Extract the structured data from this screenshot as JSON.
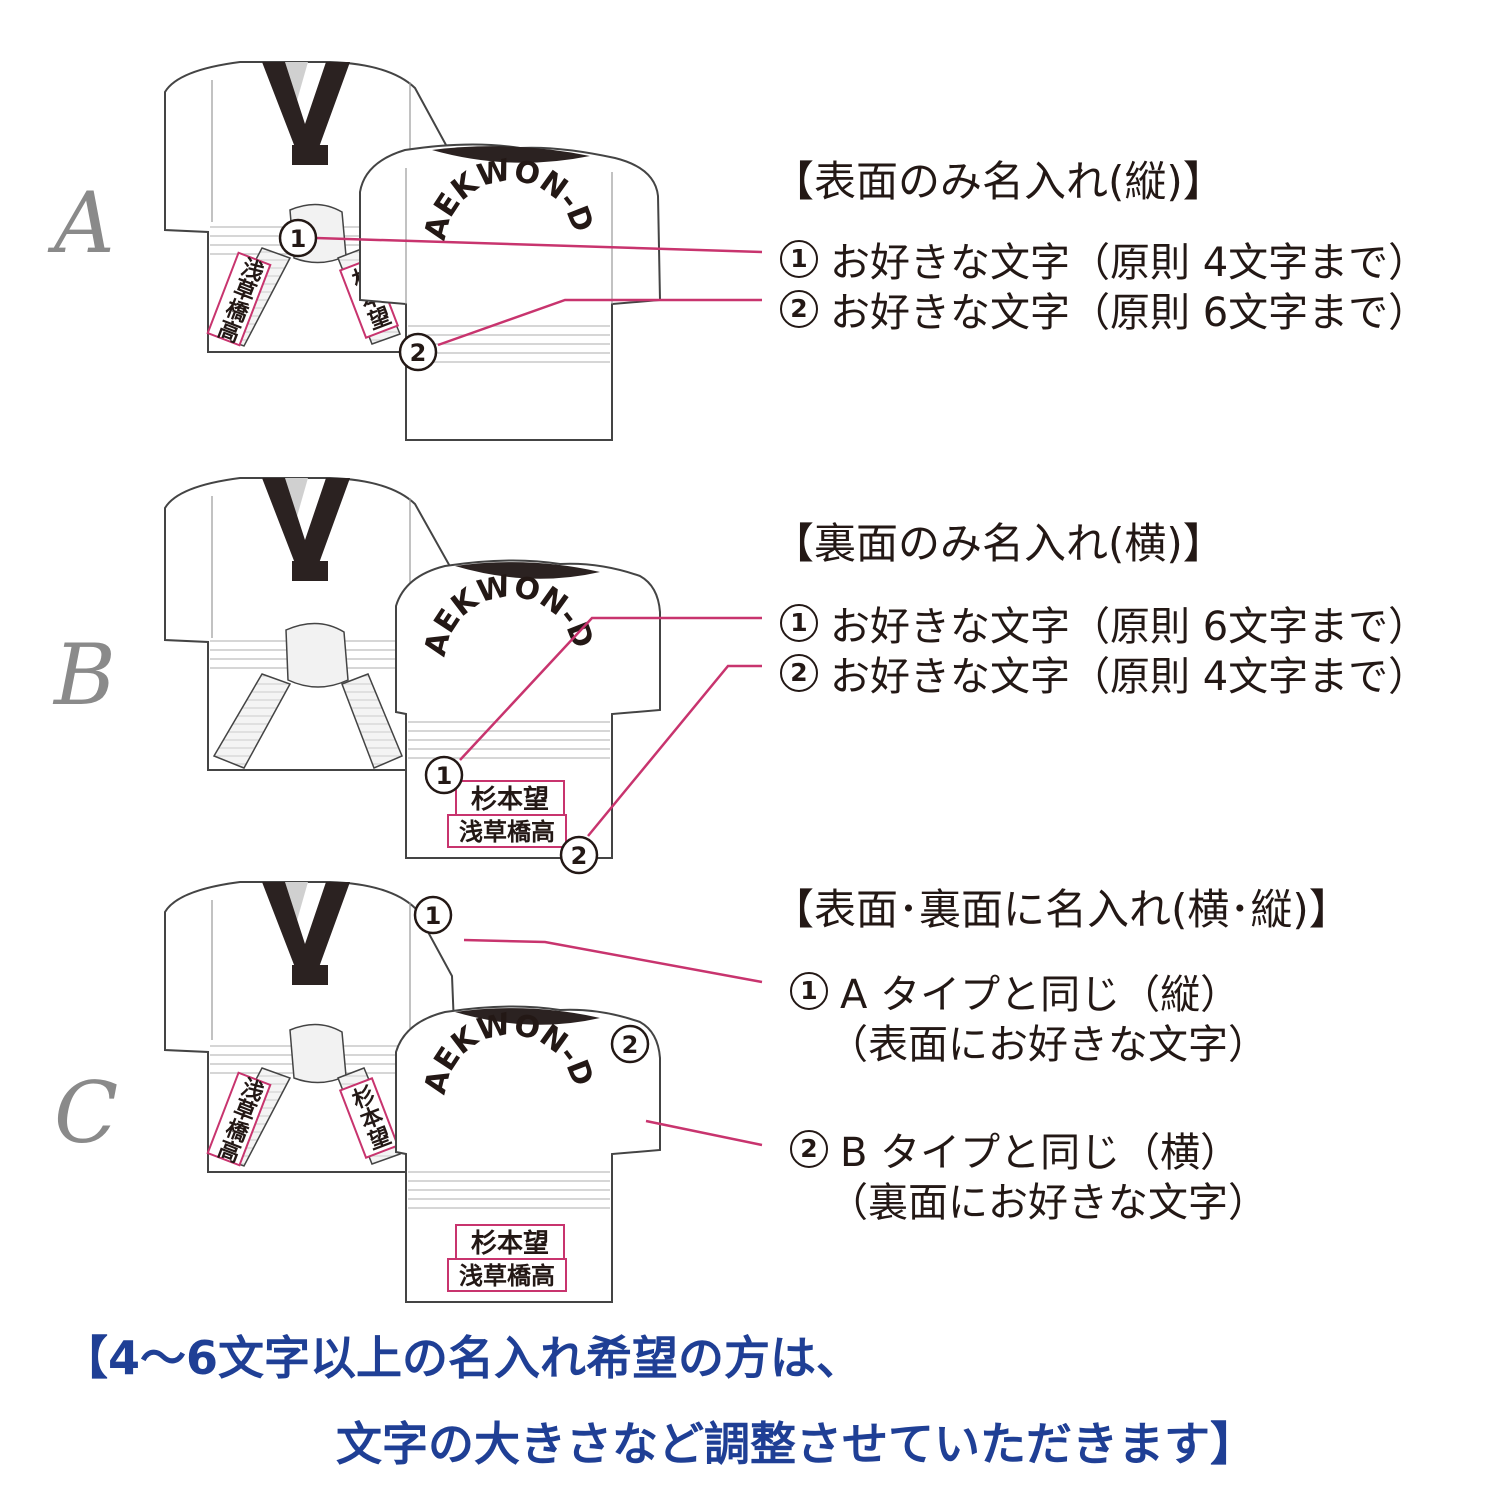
{
  "colors": {
    "ink": "#231815",
    "leader": "#c8346e",
    "letter": "#8a8a8a",
    "note": "#1f3f95",
    "outline": "#444444",
    "collar": "#2b2221",
    "stripe": "#cfcfcf"
  },
  "sections": [
    {
      "letter": "A",
      "heading": "【表面のみ名入れ(縦)】",
      "items": [
        {
          "marker": "1",
          "text": "お好きな文字（原則 4文字まで）"
        },
        {
          "marker": "2",
          "text": "お好きな文字（原則 6文字まで）"
        }
      ],
      "garment": {
        "back_print": "TAEKWON-DO",
        "belt_left": "浅草橋高",
        "belt_right": "杉本望",
        "markers": [
          "1",
          "2"
        ]
      }
    },
    {
      "letter": "B",
      "heading": "【裏面のみ名入れ(横)】",
      "items": [
        {
          "marker": "1",
          "text": "お好きな文字（原則 6文字まで）"
        },
        {
          "marker": "2",
          "text": "お好きな文字（原則 4文字まで）"
        }
      ],
      "garment": {
        "back_print": "TAEKWON-DO",
        "label_top": "杉本望",
        "label_bottom": "浅草橋高",
        "markers": [
          "1",
          "2"
        ]
      }
    },
    {
      "letter": "C",
      "heading": "【表面･裏面に名入れ(横･縦)】",
      "items": [
        {
          "marker": "1",
          "text": "A タイプと同じ（縦）",
          "sub": "（表面にお好きな文字）"
        },
        {
          "marker": "2",
          "text": "B タイプと同じ（横）",
          "sub": "（裏面にお好きな文字）"
        }
      ],
      "garment": {
        "back_print": "TAEKWON-DO",
        "belt_left": "浅草橋高",
        "belt_right": "杉本望",
        "label_top": "杉本望",
        "label_bottom": "浅草橋高",
        "markers": [
          "1",
          "2"
        ]
      }
    }
  ],
  "note": {
    "line1": "【4～6文字以上の名入れ希望の方は、",
    "line2": "文字の大きさなど調整させていただきます】"
  }
}
